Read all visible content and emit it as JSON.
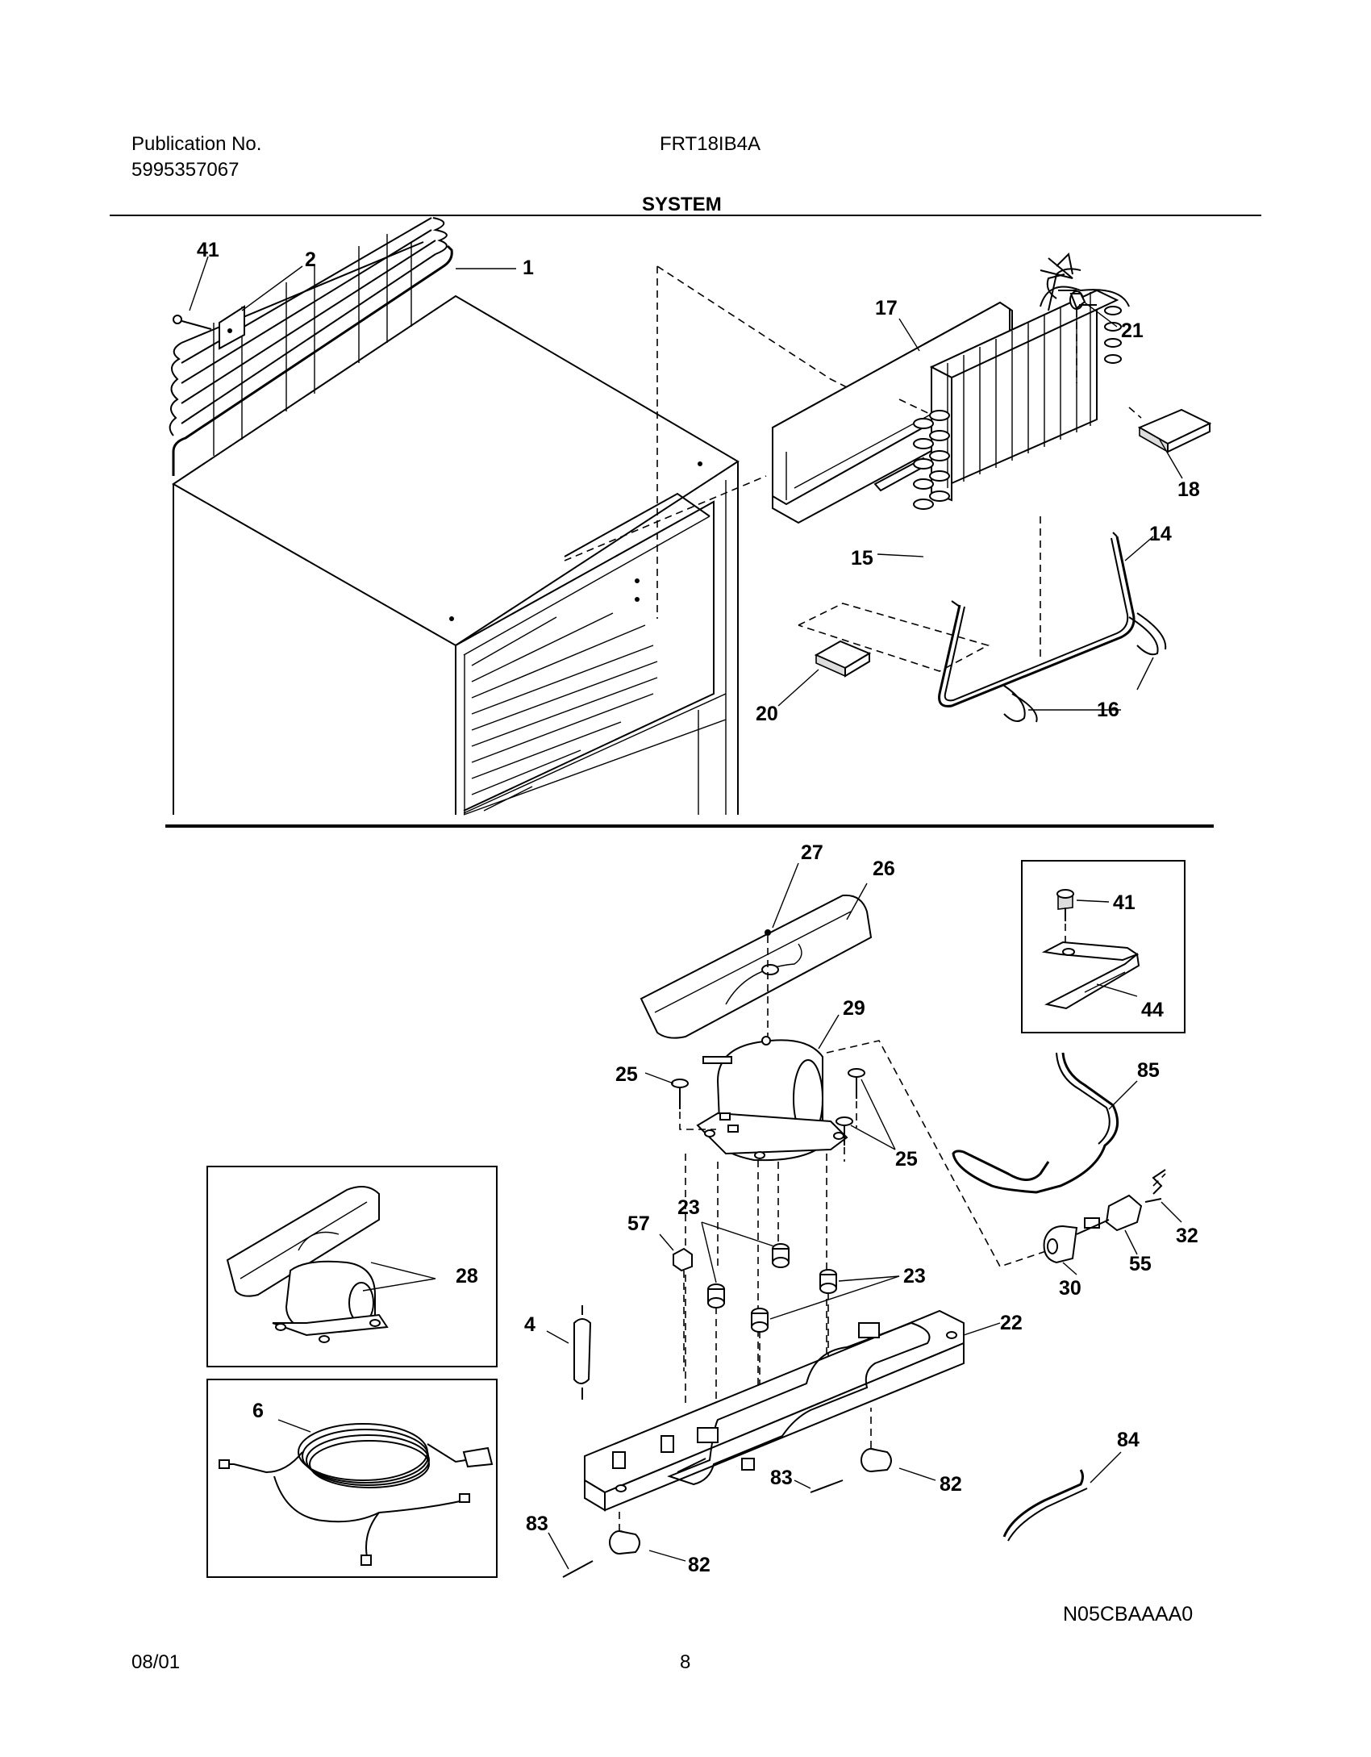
{
  "header": {
    "publication_label": "Publication No.",
    "publication_number": "5995357067",
    "model": "FRT18IB4A",
    "section_title": "SYSTEM"
  },
  "callouts": {
    "top": [
      "1",
      "2",
      "41",
      "14",
      "15",
      "16",
      "17",
      "18",
      "20",
      "21"
    ],
    "bottom": [
      "4",
      "6",
      "22",
      "23",
      "23",
      "25",
      "25",
      "26",
      "27",
      "28",
      "29",
      "30",
      "32",
      "41",
      "44",
      "55",
      "57",
      "82",
      "82",
      "83",
      "83",
      "84",
      "85"
    ]
  },
  "footer": {
    "date": "08/01",
    "page_number": "8",
    "diagram_code": "N05CBAAAA0"
  }
}
